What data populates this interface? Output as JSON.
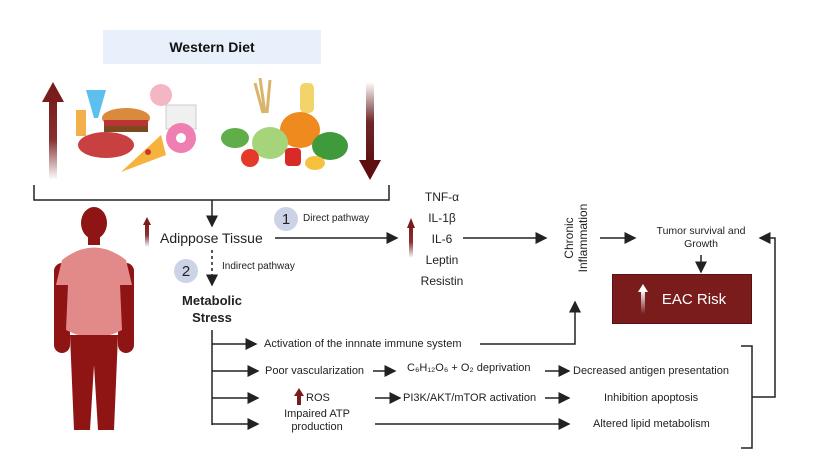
{
  "header": {
    "title": "Western Diet"
  },
  "food": {
    "unhealthy_label": "processed-food-icon",
    "healthy_label": "healthy-food-icon"
  },
  "nodes": {
    "adipose": "Adippose Tissue",
    "direct_badge": "1",
    "direct_label": "Direct pathway",
    "indirect_badge": "2",
    "indirect_label": "Indirect pathway",
    "metabolic_line1": "Metabolic",
    "metabolic_line2": "Stress",
    "cytokines": [
      "TNF-α",
      "IL-1β",
      "IL-6",
      "Leptin",
      "Resistin"
    ],
    "chronic_line1": "Chronic",
    "chronic_line2": "Inflammation",
    "tumor_line1": "Tumor survival and",
    "tumor_line2": "Growth",
    "eac": "EAC Risk"
  },
  "branches": {
    "innate": "Activation of the innnate immune system",
    "poor_vasc": "Poor vascularization",
    "deprivation": "C₆H₁₂O₆ + O₂ deprivation",
    "antigen": "Decreased antigen presentation",
    "ros": "ROS",
    "pi3k": "PI3K/AKT/mTOR activation",
    "apoptosis": "Inhibition apoptosis",
    "atp_line1": "Impaired ATP",
    "atp_line2": "production",
    "lipid": "Altered lipid metabolism"
  },
  "colors": {
    "accent": "#7a1c1c",
    "title_bg": "#e8f1fb",
    "badge": "#cdd3e6"
  }
}
